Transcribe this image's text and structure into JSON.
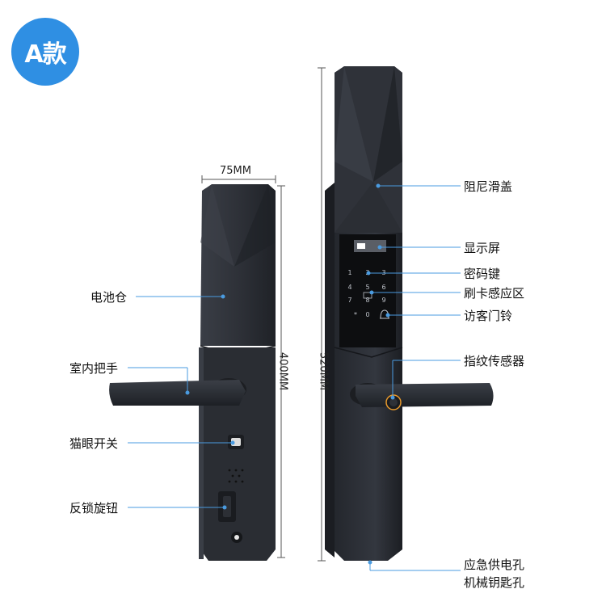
{
  "badge": "A款",
  "dimensions": {
    "width": "75MM",
    "height_inner": "400MM",
    "height_outer": "520MM"
  },
  "labels_left": {
    "battery": "电池仓",
    "inner_handle": "室内把手",
    "peephole_switch": "猫眼开关",
    "anti_lock_knob": "反锁旋钮"
  },
  "labels_right": {
    "damping_cover": "阻尼滑盖",
    "display": "显示屏",
    "keypad": "密码键",
    "card_area": "刷卡感应区",
    "doorbell": "访客门铃",
    "fingerprint": "指纹传感器",
    "emergency_power": "应急供电孔",
    "key_hole": "机械钥匙孔"
  },
  "keypad_digits": [
    "1",
    "2",
    "3",
    "4",
    "5",
    "6",
    "7",
    "8",
    "9",
    "0"
  ],
  "colors": {
    "badge": "#2f8fe3",
    "leader": "#4a9be0",
    "lock_body": "#2b2e34"
  }
}
